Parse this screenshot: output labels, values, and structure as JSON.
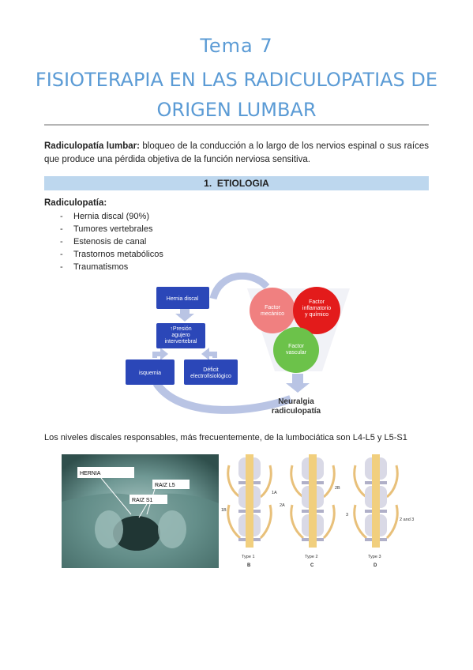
{
  "header": {
    "topic": "Tema 7",
    "title": "FISIOTERAPIA EN LAS RADICULOPATIAS DE ORIGEN LUMBAR"
  },
  "definition": {
    "term": "Radiculopatía lumbar:",
    "text": " bloqueo de la conducción a lo largo de los nervios espinal o sus raíces que produce una pérdida objetiva de la función nerviosa sensitiva."
  },
  "section": {
    "number": "1.",
    "title": "ETIOLOGIA"
  },
  "radiculopathy": {
    "heading": "Radiculopatía:",
    "causes": [
      "Hernia discal (90%)",
      "Tumores vertebrales",
      "Estenosis de canal",
      "Trastornos metabólicos",
      "Traumatismos"
    ]
  },
  "diagram": {
    "boxes": {
      "hernia": "Hernia discal",
      "presion_1": "↑Presión",
      "presion_2": "agujero",
      "presion_3": "intervertebral",
      "isquemia": "isquemia",
      "deficit_1": "Déficit",
      "deficit_2": "electrofisiológico"
    },
    "circles": {
      "mecanico_1": "Factor",
      "mecanico_2": "mecánico",
      "inflam_1": "Factor",
      "inflam_2": "inflamatorio",
      "inflam_3": "y químico",
      "vascular_1": "Factor",
      "vascular_2": "vascular"
    },
    "result_1": "Neuralgia",
    "result_2": "radiculopatía",
    "colors": {
      "box": "#2b47b8",
      "mecanico": "#f08080",
      "inflamatorio": "#e31b1b",
      "vascular": "#6cc24a",
      "arrow": "#b9c4e4"
    }
  },
  "note": "Los niveles discales responsables, más frecuentemente, de la lumbociática son L4-L5 y L5-S1",
  "mri": {
    "labels": [
      "HERNIA",
      "RAIZ L5",
      "RAIZ S1"
    ]
  },
  "spine_figure": {
    "type_labels": [
      "Type 1",
      "Type 2",
      "Type 3"
    ],
    "panel_letters": [
      "B",
      "C",
      "D"
    ],
    "markers": [
      "1A",
      "1B",
      "2A",
      "2B",
      "3",
      "2 and 3"
    ]
  }
}
